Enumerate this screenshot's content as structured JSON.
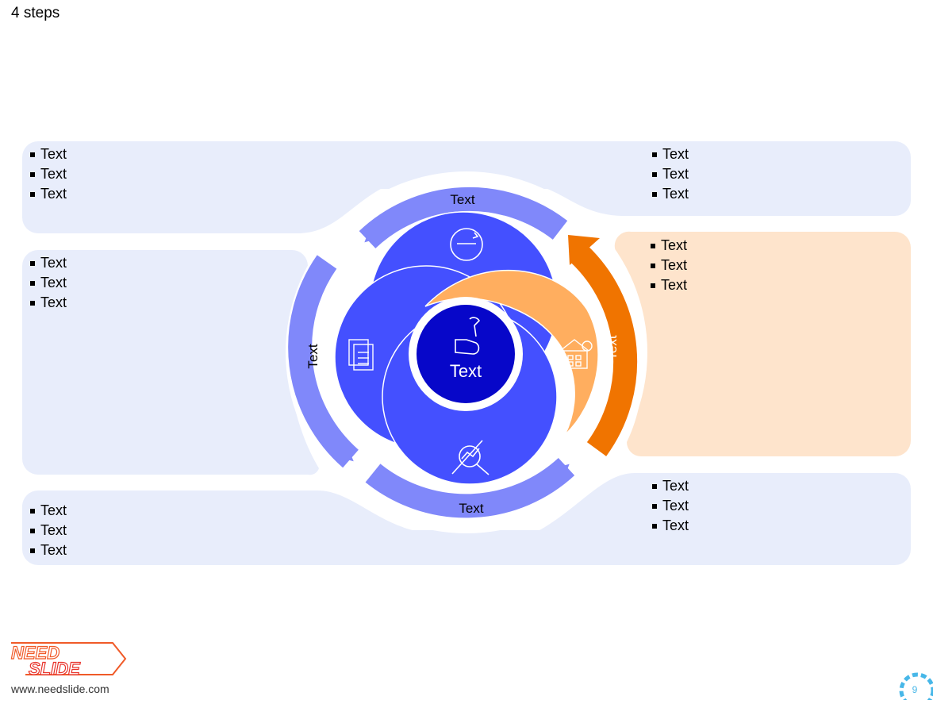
{
  "slide": {
    "title": "4 steps",
    "website": "www.needslide.com",
    "page_number": "9",
    "logo_text": [
      "NEED",
      "SLIDE"
    ]
  },
  "center": {
    "label": "Text",
    "icon": "hand-wrench-icon"
  },
  "arrows": {
    "top": "Text",
    "left": "Text",
    "bottom": "Text",
    "right": "Text"
  },
  "panels": {
    "top_left": [
      "Text",
      "Text",
      "Text"
    ],
    "top_right": [
      "Text",
      "Text",
      "Text"
    ],
    "middle_left": [
      "Text",
      "Text",
      "Text"
    ],
    "middle_right": [
      "Text",
      "Text",
      "Text"
    ],
    "bottom_left": [
      "Text",
      "Text",
      "Text"
    ],
    "bottom_right": [
      "Text",
      "Text",
      "Text"
    ]
  },
  "petal_icons": [
    "refresh-circle-icon",
    "document-checklist-icon",
    "search-chart-icon",
    "house-calculator-icon"
  ],
  "colors": {
    "panel_blue": "#e8edfb",
    "panel_orange": "#fee4cc",
    "arrow_blue": "#8088fa",
    "arrow_orange": "#f07400",
    "petal_blue": "#4450ff",
    "petal_orange": "#ffae5f",
    "center_dark": "#0707c9"
  }
}
